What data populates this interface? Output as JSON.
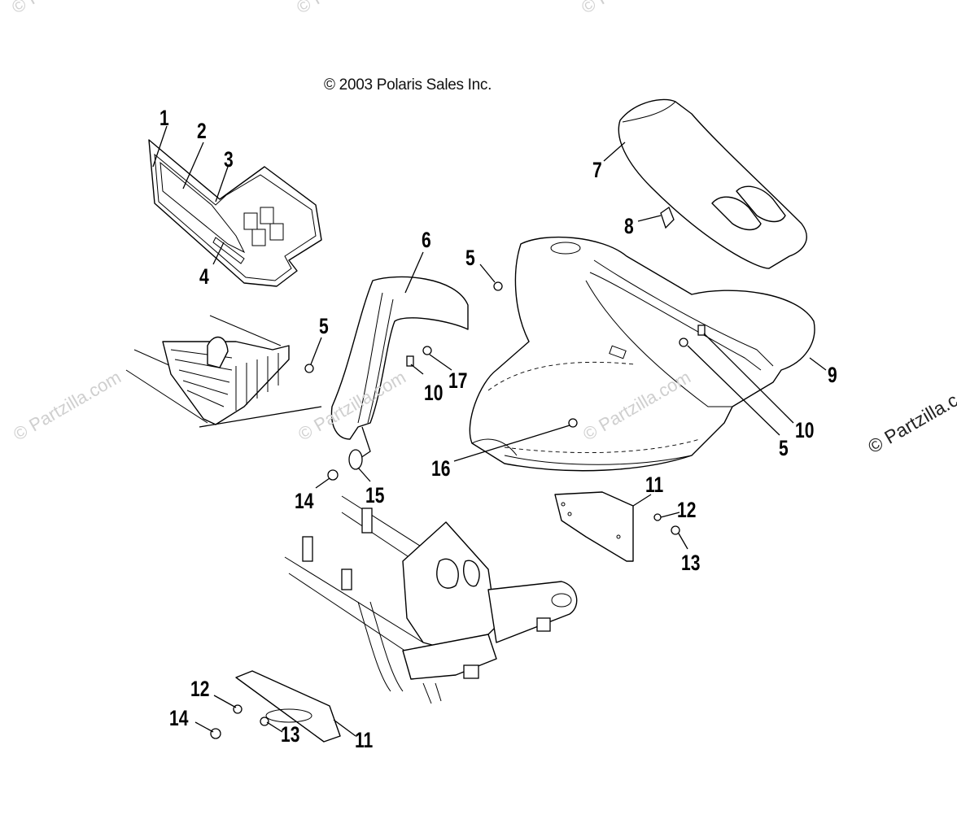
{
  "copyright": "© 2003 Polaris Sales Inc.",
  "watermark": "© Partzilla.com",
  "watermark_edge": "© Partzilla.c",
  "callouts": {
    "c1": "1",
    "c2": "2",
    "c3": "3",
    "c4": "4",
    "c5a": "5",
    "c5b": "5",
    "c5c": "5",
    "c6": "6",
    "c7": "7",
    "c8": "8",
    "c9": "9",
    "c10a": "10",
    "c10b": "10",
    "c11a": "11",
    "c11b": "11",
    "c12a": "12",
    "c12b": "12",
    "c13a": "13",
    "c13b": "13",
    "c14a": "14",
    "c14b": "14",
    "c15": "15",
    "c16": "16",
    "c17": "17"
  }
}
